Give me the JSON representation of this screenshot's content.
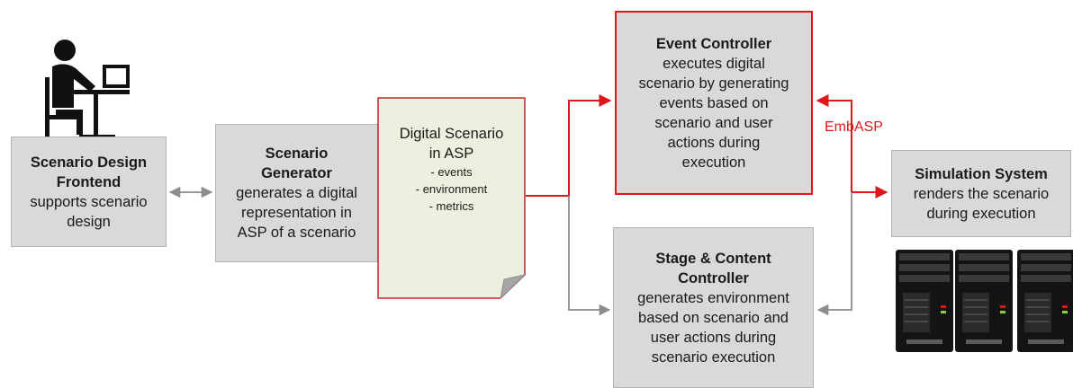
{
  "frontend": {
    "title1": "Scenario Design",
    "title2": "Frontend",
    "line1": "supports scenario",
    "line2": "design"
  },
  "generator": {
    "title1": "Scenario",
    "title2": "Generator",
    "line1": "generates a digital",
    "line2": "representation in",
    "line3": "ASP of a scenario"
  },
  "document": {
    "line1": "Digital Scenario",
    "line2": "in ASP",
    "items": [
      "- events",
      "- environment",
      "- metrics"
    ]
  },
  "event_controller": {
    "title": "Event Controller",
    "lines": [
      "executes digital",
      "scenario by generating",
      "events based on",
      "scenario and user",
      "actions during",
      "execution"
    ]
  },
  "stage_controller": {
    "title1": "Stage & Content",
    "title2": "Controller",
    "lines": [
      "generates environment",
      "based on scenario and",
      "user actions during",
      "scenario execution"
    ]
  },
  "simulation": {
    "title": "Simulation System",
    "line1": "renders the scenario",
    "line2": "during execution"
  },
  "connector_label": "EmbASP",
  "colors": {
    "box_fill": "#d9d9d9",
    "box_border": "#b3b3b3",
    "highlight": "#e0161b",
    "doc_fill": "#ebf1de",
    "doc_border": "#c9262c",
    "arrow_gray": "#8c8c8c"
  },
  "icons": {
    "user": "person-at-laptop-icon",
    "server": "server-tower-icon"
  }
}
